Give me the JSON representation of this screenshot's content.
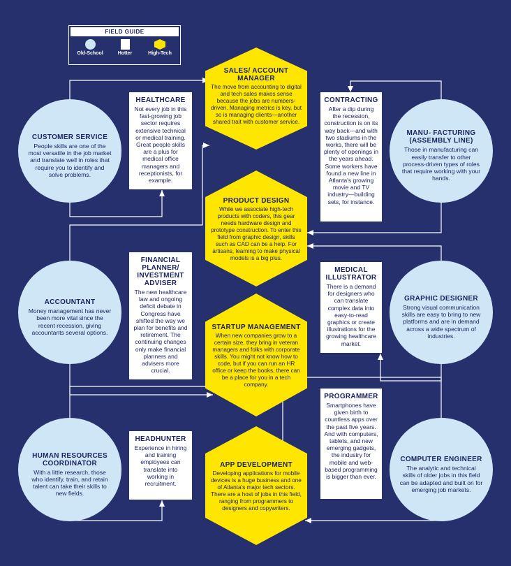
{
  "legend": {
    "title": "FIELD GUIDE",
    "items": [
      {
        "shape": "circle",
        "label": "Old-School"
      },
      {
        "shape": "square",
        "label": "Hotter"
      },
      {
        "shape": "hexagon",
        "label": "High-Tech"
      }
    ]
  },
  "colors": {
    "background": "#25306c",
    "old_school": "#cfe6f7",
    "hotter": "#ffffff",
    "high_tech": "#ffe600",
    "text": "#1c2560"
  },
  "old_school": {
    "customer_service": {
      "title": "CUSTOMER SERVICE",
      "body": "People skills are one of the most versatile in the job market and translate well in roles that require you to identify and solve problems."
    },
    "manufacturing": {
      "title": "MANU- FACTURING (ASSEMBLY LINE)",
      "body": "Those in manufacturing can easily transfer to other process-driven types of roles that require working with your hands."
    },
    "accountant": {
      "title": "ACCOUNTANT",
      "body": "Money management has never been more vital since the recent recession, giving accountants several options."
    },
    "graphic_designer": {
      "title": "GRAPHIC DESIGNER",
      "body": "Strong visual communication skills are easy to bring to new platforms and are in demand across a wide spectrum of industries."
    },
    "hr_coordinator": {
      "title": "HUMAN RESOURCES COORDINATOR",
      "body": "With a little research, those who identify, train, and retain talent can take their skills to new fields."
    },
    "computer_engineer": {
      "title": "COMPUTER ENGINEER",
      "body": "The analytic and technical skills of older jobs in this field can be adapted and built on for emerging job markets."
    }
  },
  "hotter": {
    "healthcare": {
      "title": "HEALTHCARE",
      "body": "Not every job in this fast-growing job sector requires extensive technical or medical training. Great people skills are a plus for medical office managers and receptionists, for example."
    },
    "contracting": {
      "title": "CONTRACTING",
      "body": "After a dip during the recession, construction is on its way back—and with two stadiums in the works, there will be plenty of openings in the years ahead. Some workers have found a new line in Atlanta's growing movie and TV industry—building sets, for instance."
    },
    "financial_planner": {
      "title": "FINANCIAL PLANNER/ INVESTMENT ADVISER",
      "body": "The new healthcare law and ongoing deficit debate in Congress have shifted the way we plan for benefits and retirement. The continuing changes only make financial planners and advisers more crucial."
    },
    "medical_illustrator": {
      "title": "MEDICAL ILLUSTRATOR",
      "body": "There is a demand for designers who can translate complex data into easy-to-read graphics or create illustrations for the growing healthcare market."
    },
    "headhunter": {
      "title": "HEADHUNTER",
      "body": "Experience in hiring and training employees can translate into working in recruitment."
    },
    "programmer": {
      "title": "PROGRAMMER",
      "body": "Smartphones have given birth to countless apps over the past five years. And with computers, tablets, and new emerging gadgets, the industry for mobile and web-based programming is bigger than ever."
    }
  },
  "high_tech": {
    "sales_account_manager": {
      "title": "SALES/ ACCOUNT MANAGER",
      "body": "The move from accounting to digital and tech sales makes sense because the jobs are numbers-driven. Managing metrics is key, but so is managing clients—another shared trait with customer service."
    },
    "product_design": {
      "title": "PRODUCT DESIGN",
      "body": "While we associate high-tech products with coders, this gear needs hardware design and prototype construction. To enter this field from graphic design, skills such as CAD can be a help. For artisans, learning to make physical models is a big plus."
    },
    "startup_management": {
      "title": "STARTUP MANAGEMENT",
      "body": "When new companies grow to a certain size, they bring in veteran managers and folks with corporate skills. You might not know how to code, but if you can run an HR office or keep the books, there can be a place for you in a tech company."
    },
    "app_development": {
      "title": "APP DEVELOPMENT",
      "body": "Developing applications for mobile devices is a huge business and one of Atlanta's major tech sectors. There are a host of jobs in this field, ranging from programmers to designers and copywriters."
    }
  }
}
